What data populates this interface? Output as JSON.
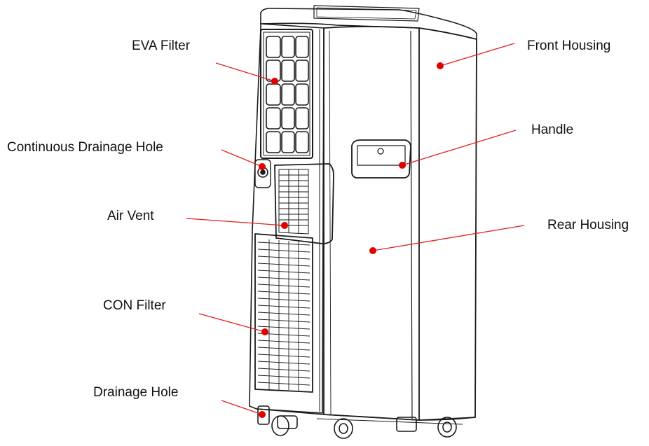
{
  "labels": {
    "eva_filter": "EVA Filter",
    "continuous_drainage_hole": "Continuous Drainage Hole",
    "air_vent": "Air Vent",
    "con_filter": "CON Filter",
    "drainage_hole": "Drainage Hole",
    "front_housing": "Front Housing",
    "handle": "Handle",
    "rear_housing": "Rear Housing"
  },
  "colors": {
    "leader_line": "#e02020",
    "leader_dot": "#e00000",
    "outline": "#1a1a1a"
  }
}
